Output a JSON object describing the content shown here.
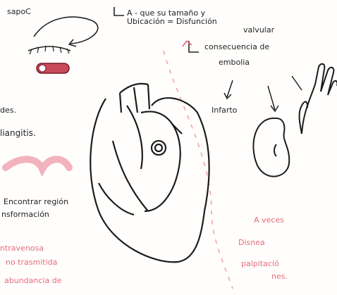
{
  "notes": {
    "sepsis": "sapoC",
    "tamano": "A - que su tamaño y",
    "ubicacion": "Ubicación = Disfunción",
    "valvular": "valvular",
    "consecuencia": "consecuencia de",
    "embolia": "embolia",
    "infarto": "Infarto",
    "des": "des.",
    "angitis": "liangitis.",
    "encontrar": "Encontrar región",
    "transformacion": "nsformación",
    "intravenosa": "ntravenosa",
    "no_trasmitida": "no trasmitida",
    "abundancia": "abundancia de",
    "a_veces": "A veces",
    "disnea": "Disnea",
    "palpitacion": "palpitació",
    "nes": "nes."
  },
  "colors": {
    "ink": "#222222",
    "highlight": "#e86a7a",
    "highlight_faint": "#f3a0ad"
  }
}
